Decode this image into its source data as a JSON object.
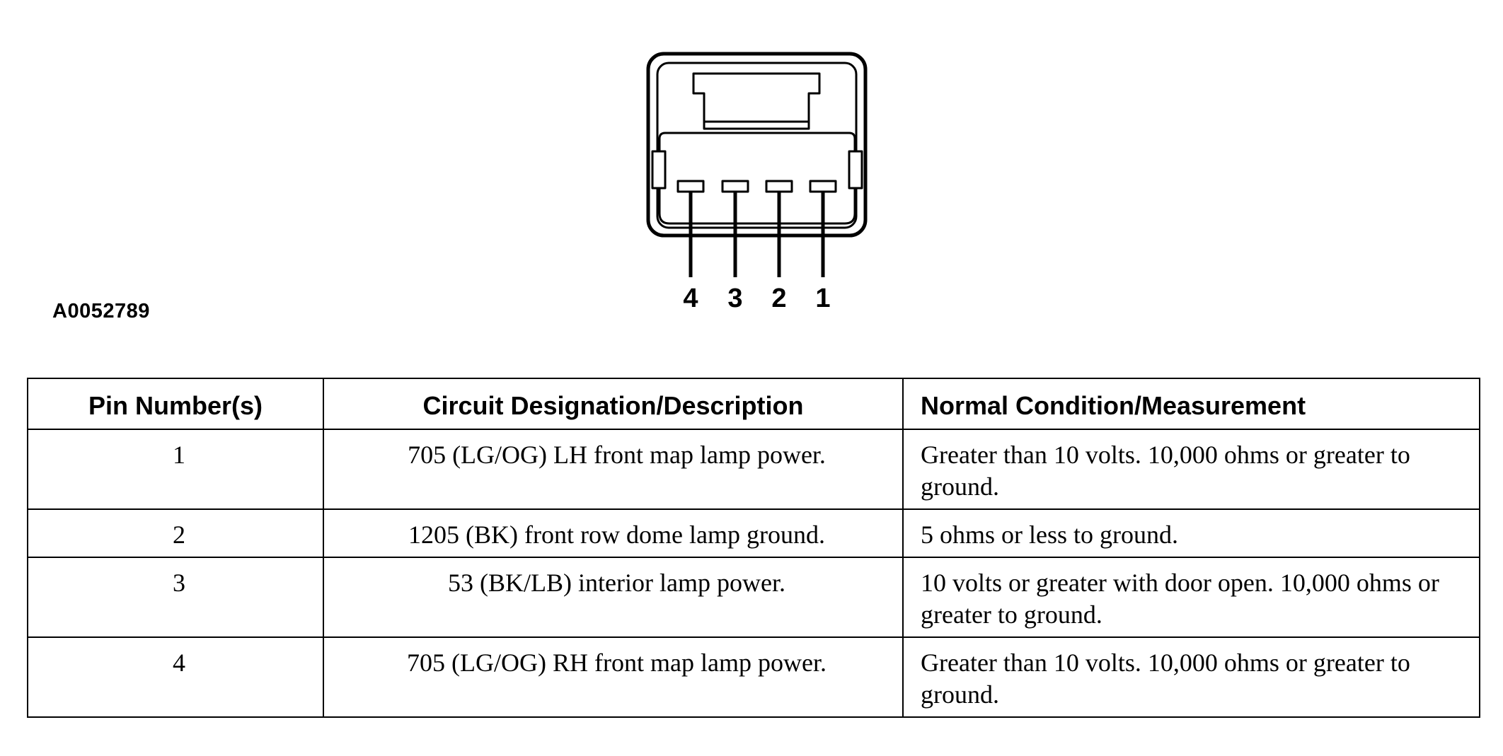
{
  "figure_id": "A0052789",
  "connector": {
    "pin_labels": [
      "4",
      "3",
      "2",
      "1"
    ]
  },
  "table": {
    "headers": [
      "Pin Number(s)",
      "Circuit Designation/Description",
      "Normal Condition/Measurement"
    ],
    "rows": [
      {
        "pin": "1",
        "circuit": "705 (LG/OG) LH front map lamp power.",
        "condition": "Greater than 10 volts. 10,000 ohms or greater to ground."
      },
      {
        "pin": "2",
        "circuit": "1205 (BK) front row dome lamp ground.",
        "condition": "5 ohms or less to ground."
      },
      {
        "pin": "3",
        "circuit": "53 (BK/LB) interior lamp power.",
        "condition": "10 volts or greater with door open. 10,000 ohms or greater to ground."
      },
      {
        "pin": "4",
        "circuit": "705 (LG/OG) RH front map lamp power.",
        "condition": "Greater than 10 volts. 10,000 ohms or greater to ground."
      }
    ]
  }
}
